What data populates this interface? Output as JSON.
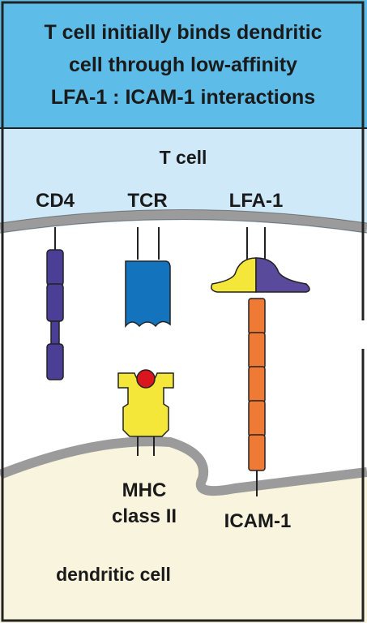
{
  "title": {
    "line1": "T cell initially binds dendritic",
    "line2": "cell through low-affinity",
    "line3": "LFA-1 : ICAM-1 interactions"
  },
  "labels": {
    "t_cell": "T cell",
    "cd4": "CD4",
    "tcr": "TCR",
    "lfa1": "LFA-1",
    "mhc_line1": "MHC",
    "mhc_line2": "class II",
    "icam1": "ICAM-1",
    "dendritic_cell": "dendritic cell"
  },
  "colors": {
    "header_bg": "#5ebde8",
    "t_cell": "#cfe9f8",
    "dendritic_cell": "#f8f4dd",
    "membrane": "#9b9b9b",
    "cd4": "#4b3e97",
    "tcr": "#1473bd",
    "lfa1_alpha": "#f5e73a",
    "lfa1_beta": "#5a4a9c",
    "icam1": "#ef7a35",
    "mhc": "#f5e73a",
    "peptide": "#d9151e"
  }
}
